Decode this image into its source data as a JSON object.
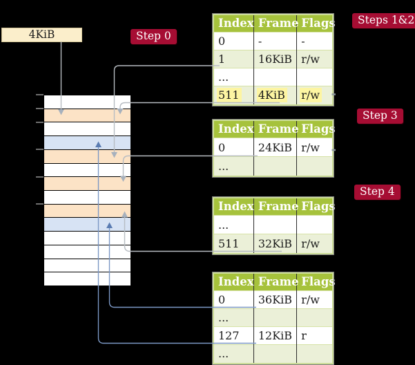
{
  "frame_label": {
    "text": "4KiB"
  },
  "badges": [
    {
      "text": "Step 0"
    },
    {
      "text": "Steps 1&2"
    },
    {
      "text": "Step 3"
    },
    {
      "text": "Step 4"
    }
  ],
  "tables": [
    {
      "name": "page-table-steps-1-2",
      "headers": [
        "Index",
        "Frame",
        "Flags"
      ],
      "rows": [
        {
          "cells": [
            "0",
            "-",
            "-"
          ]
        },
        {
          "cells": [
            "1",
            "16KiB",
            "r/w"
          ]
        },
        {
          "cells": [
            "...",
            "",
            ""
          ]
        },
        {
          "cells": [
            "511",
            "4KiB",
            "r/w"
          ],
          "highlight": true
        }
      ]
    },
    {
      "name": "page-table-step-3",
      "headers": [
        "Index",
        "Frame",
        "Flags"
      ],
      "rows": [
        {
          "cells": [
            "0",
            "24KiB",
            "r/w"
          ]
        },
        {
          "cells": [
            "...",
            "",
            ""
          ]
        }
      ]
    },
    {
      "name": "page-table-step-4",
      "headers": [
        "Index",
        "Frame",
        "Flags"
      ],
      "rows": [
        {
          "cells": [
            "...",
            "",
            ""
          ]
        },
        {
          "cells": [
            "511",
            "32KiB",
            "r/w"
          ]
        }
      ]
    },
    {
      "name": "page-table-final",
      "headers": [
        "Index",
        "Frame",
        "Flags"
      ],
      "rows": [
        {
          "cells": [
            "0",
            "36KiB",
            "r/w"
          ]
        },
        {
          "cells": [
            "...",
            "",
            ""
          ]
        },
        {
          "cells": [
            "127",
            "12KiB",
            "r"
          ]
        },
        {
          "cells": [
            "...",
            "",
            ""
          ]
        }
      ]
    }
  ],
  "memory": {
    "rows": [
      "white",
      "orange",
      "white",
      "blue",
      "orange",
      "white",
      "orange",
      "white",
      "orange",
      "blue",
      "white",
      "white",
      "white",
      "white"
    ],
    "tick_rows": [
      0,
      1,
      2,
      4,
      6,
      8
    ]
  },
  "connections": [
    {
      "from": "4KiB label",
      "to": "memory row 2 (frame 4KiB)",
      "color": "gray",
      "direction": "down"
    },
    {
      "from": "table1 entry 1 -> 16KiB",
      "to": "memory row 5 (frame 16KiB)",
      "color": "gray",
      "direction": "down"
    },
    {
      "from": "table1 entry 511 -> 4KiB",
      "to": "memory row 2 (frame 4KiB)",
      "color": "gray",
      "direction": "down"
    },
    {
      "from": "table2 entry 0 -> 24KiB",
      "to": "memory row 7 (frame 24KiB)",
      "color": "gray",
      "direction": "down"
    },
    {
      "from": "table3 entry 511 -> 32KiB",
      "to": "memory row 9 (frame 32KiB)",
      "color": "gray",
      "direction": "up"
    },
    {
      "from": "table4 entry 0 -> 36KiB",
      "to": "memory row 10 (frame 36KiB)",
      "color": "blue",
      "direction": "up"
    },
    {
      "from": "table4 entry 127 -> 12KiB",
      "to": "memory row 4 (frame 12KiB)",
      "color": "blue",
      "direction": "up"
    }
  ],
  "colors": {
    "badge_bg": "#a60d33",
    "badge_text": "#ffffff",
    "table_header_bg": "#a6c23c",
    "table_header_text": "#ffffff",
    "table_row_alt_bg": "#ebf0d8",
    "table_border": "#ccdd97",
    "highlight": "#fdf5a2",
    "label_box_bg": "#fbeecb",
    "mem_orange": "#fce3c6",
    "mem_blue": "#d7e3f4",
    "line_gray": "#b7bcc2",
    "arrow_gray": "#a7b1bd",
    "line_blue": "#7b97c4",
    "arrow_blue": "#5a7cb2",
    "tick_gray": "#6f6f6f"
  }
}
